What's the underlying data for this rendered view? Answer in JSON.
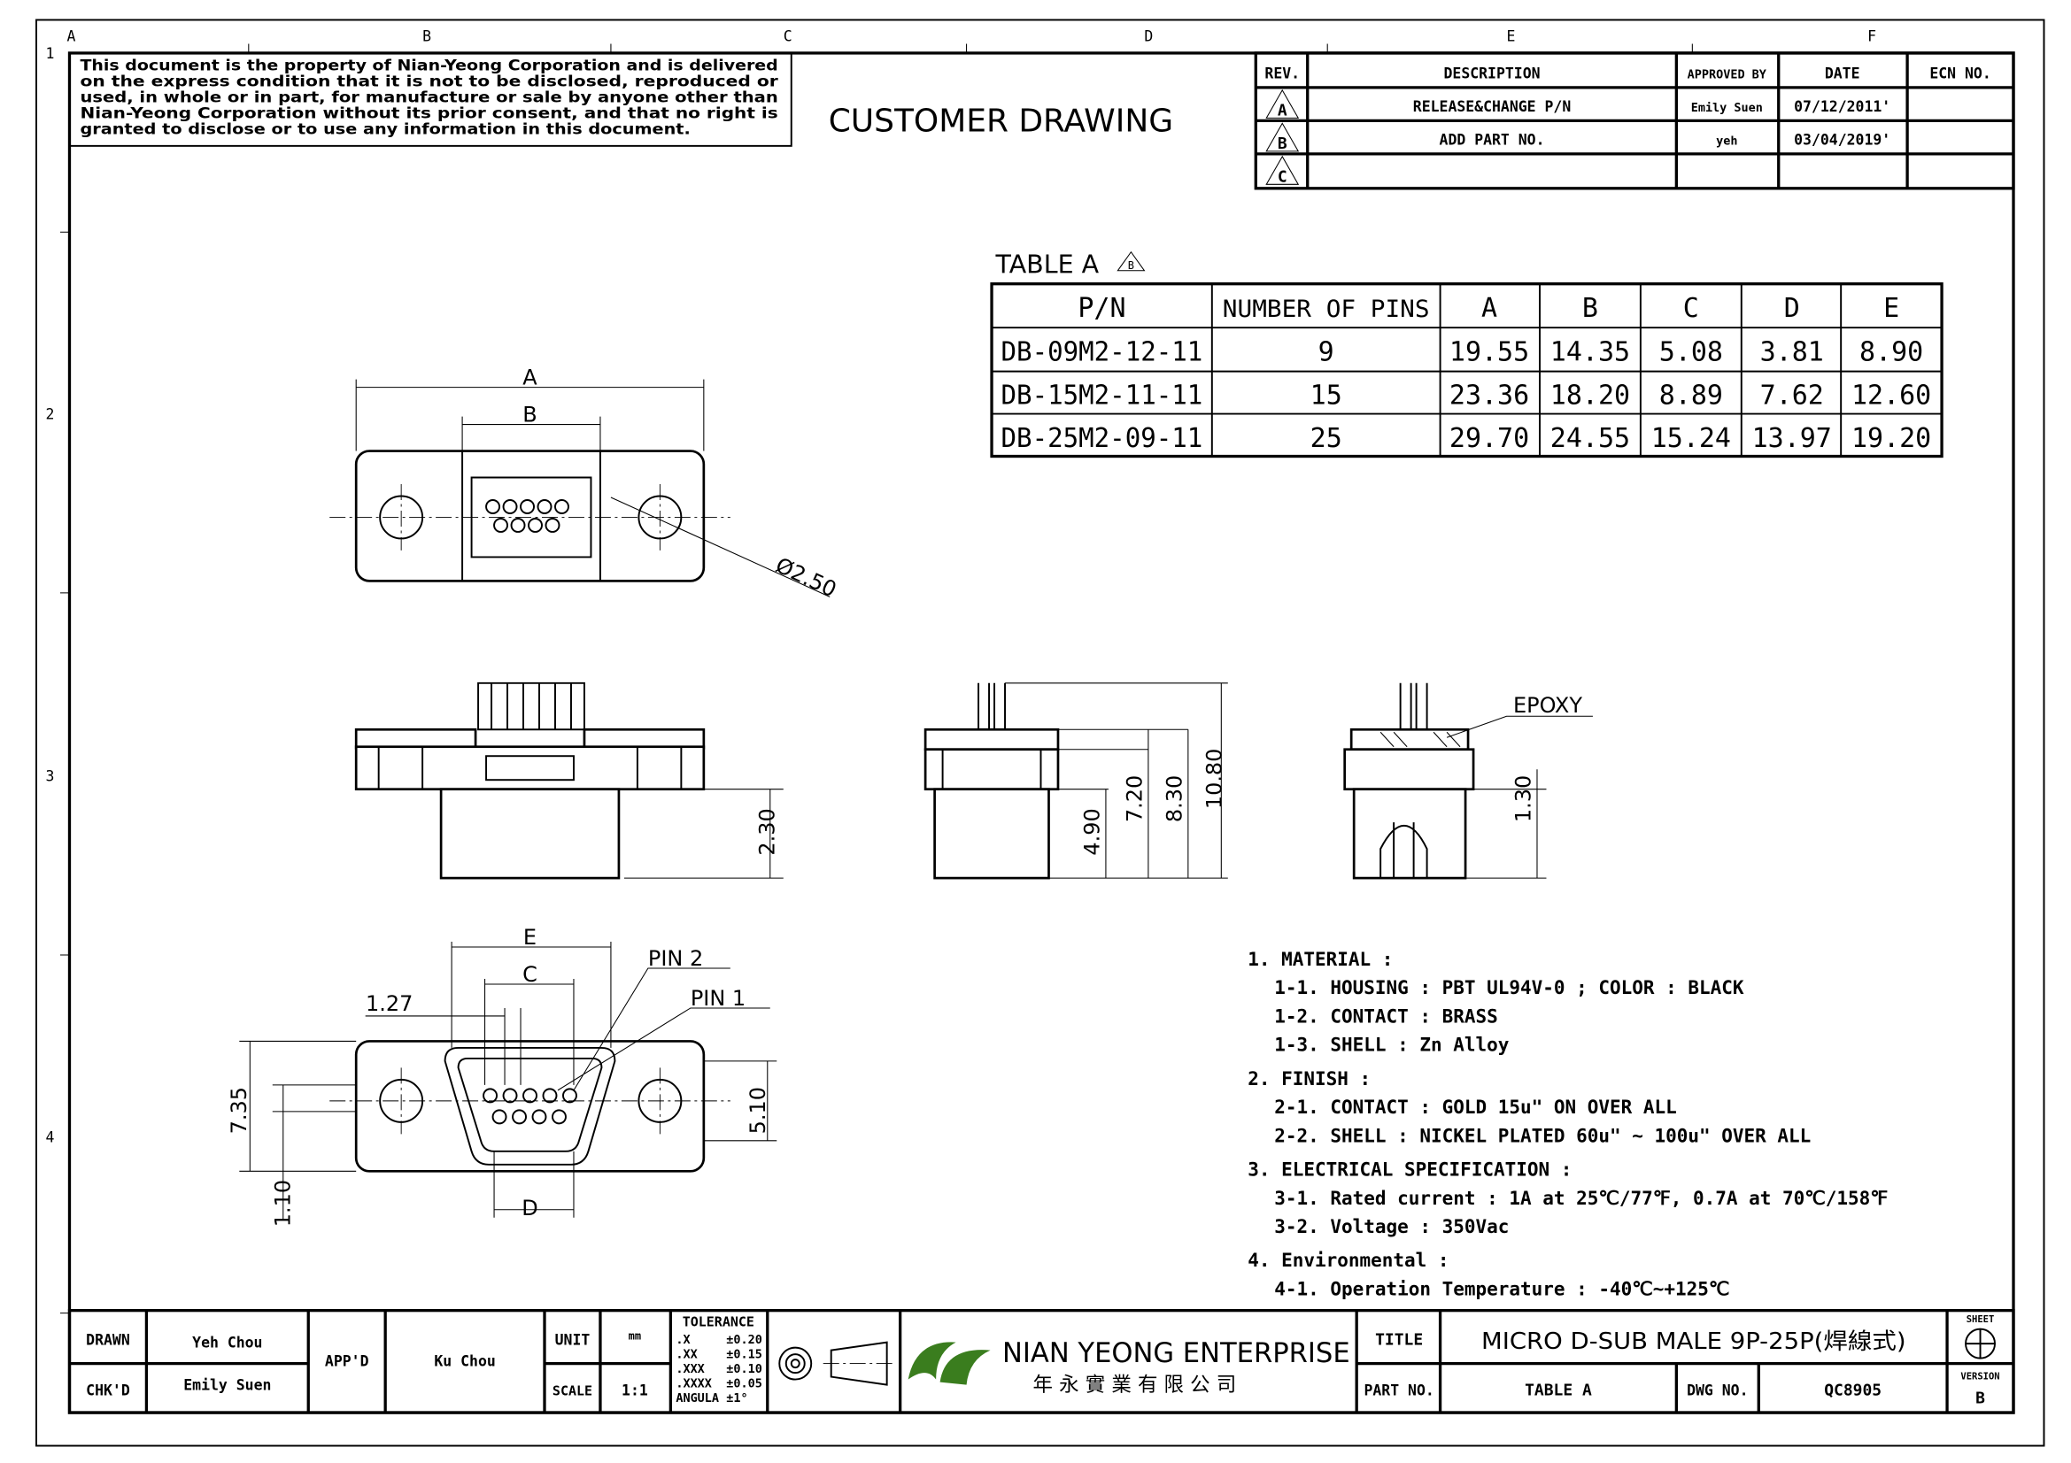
{
  "zones": {
    "cols": [
      "A",
      "B",
      "C",
      "D",
      "E",
      "F"
    ],
    "rows": [
      "1",
      "2",
      "3",
      "4"
    ]
  },
  "notice": [
    "This document is the property of Nian-Yeong Corporation and is delivered",
    "on the express condition that it is not to be disclosed, reproduced or",
    "used, in whole or in part, for manufacture or sale by anyone other than",
    "Nian-Yeong Corporation without its prior consent, and that no right is",
    "granted to disclose or to use any information in this document."
  ],
  "drawing_label": "CUSTOMER DRAWING",
  "revisions": {
    "headers": [
      "REV.",
      "DESCRIPTION",
      "APPROVED BY",
      "DATE",
      "ECN NO."
    ],
    "rows": [
      {
        "rev": "A",
        "description": "RELEASE&CHANGE P/N",
        "approved": "Emily Suen",
        "date": "07/12/2011'",
        "ecn": ""
      },
      {
        "rev": "B",
        "description": "ADD PART NO.",
        "approved": "yeh",
        "date": "03/04/2019'",
        "ecn": ""
      },
      {
        "rev": "C",
        "description": "",
        "approved": "",
        "date": "",
        "ecn": ""
      }
    ]
  },
  "table_a": {
    "title": "TABLE A",
    "rev_mark": "B",
    "headers": [
      "P/N",
      "NUMBER OF PINS",
      "A",
      "B",
      "C",
      "D",
      "E"
    ],
    "rows": [
      [
        "DB-09M2-12-11",
        "9",
        "19.55",
        "14.35",
        "5.08",
        "3.81",
        "8.90"
      ],
      [
        "DB-15M2-11-11",
        "15",
        "23.36",
        "18.20",
        "8.89",
        "7.62",
        "12.60"
      ],
      [
        "DB-25M2-09-11",
        "25",
        "29.70",
        "24.55",
        "15.24",
        "13.97",
        "19.20"
      ]
    ]
  },
  "dims": {
    "a": "A",
    "b": "B",
    "hole": "Ø2.50",
    "h230": "2.30",
    "h490": "4.90",
    "h720": "7.20",
    "h830": "8.30",
    "h1080": "10.80",
    "epoxy": "EPOXY",
    "h130": "1.30",
    "e": "E",
    "c": "C",
    "p127": "1.27",
    "pin2": "PIN 2",
    "pin1": "PIN 1",
    "h735": "7.35",
    "h110": "1.10",
    "h510": "5.10",
    "d": "D"
  },
  "notes": [
    {
      "text": "1. MATERIAL :",
      "indent": 0
    },
    {
      "text": "1-1. HOUSING : PBT UL94V-0 ; COLOR : BLACK",
      "indent": 1
    },
    {
      "text": "1-2. CONTACT : BRASS",
      "indent": 1
    },
    {
      "text": "1-3. SHELL : Zn Alloy",
      "indent": 1
    },
    {
      "text": "2. FINISH :",
      "indent": 0
    },
    {
      "text": "2-1. CONTACT : GOLD 15u\" ON OVER ALL",
      "indent": 1
    },
    {
      "text": "2-2. SHELL : NICKEL PLATED 60u\" ~ 100u\" OVER ALL",
      "indent": 1
    },
    {
      "text": "3. ELECTRICAL SPECIFICATION :",
      "indent": 0
    },
    {
      "text": "3-1. Rated current : 1A at 25℃/77℉, 0.7A at 70℃/158℉",
      "indent": 1
    },
    {
      "text": "3-2. Voltage : 350Vac",
      "indent": 1
    },
    {
      "text": "4. Environmental :",
      "indent": 0
    },
    {
      "text": "4-1. Operation Temperature : -40℃~+125℃",
      "indent": 1
    }
  ],
  "title_block": {
    "drawn_label": "DRAWN",
    "drawn": "Yeh Chou",
    "chkd_label": "CHK'D",
    "chkd": "Emily Suen",
    "appd_label": "APP'D",
    "appd": "Ku Chou",
    "unit_label": "UNIT",
    "unit": "mm",
    "scale_label": "SCALE",
    "scale": "1:1",
    "tolerance_title": "TOLERANCE",
    "tolerances": [
      [
        ".X",
        "±0.20"
      ],
      [
        ".XX",
        "±0.15"
      ],
      [
        ".XXX",
        "±0.10"
      ],
      [
        ".XXXX",
        "±0.05"
      ],
      [
        "ANGULA",
        "±1°"
      ]
    ],
    "company": "NIAN YEONG ENTERPRISE",
    "company_cn": "年 永 實 業 有 限 公 司",
    "title_label": "TITLE",
    "title": "MICRO D-SUB MALE 9P-25P(焊線式)",
    "part_label": "PART NO.",
    "part": "TABLE A",
    "dwg_label": "DWG NO.",
    "dwg": "QC8905",
    "sheet_label": "SHEET",
    "version_label": "VERSION",
    "version": "B"
  },
  "colors": {
    "logo_green": "#3a7d1e"
  }
}
